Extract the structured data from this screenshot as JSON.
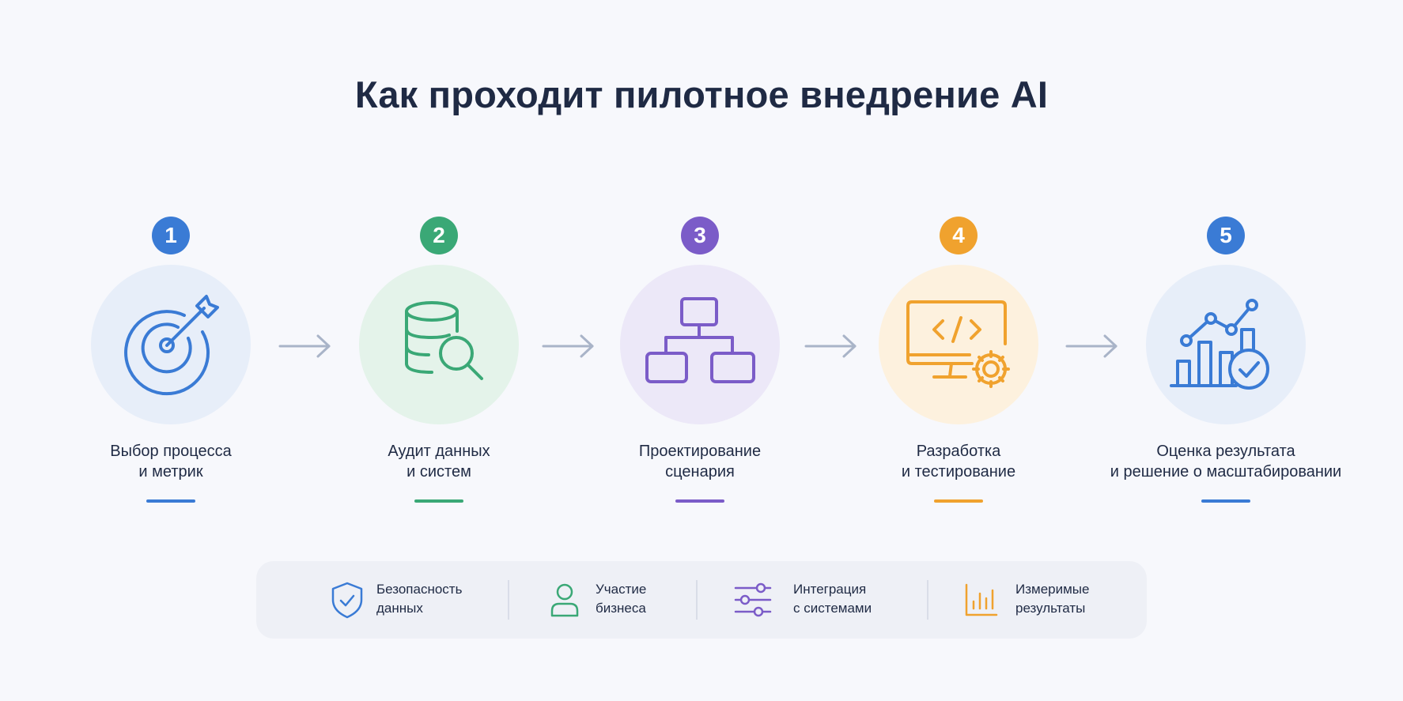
{
  "title": "Как проходит пилотное внедрение AI",
  "colors": {
    "blue": "#3a7bd5",
    "green": "#3aa876",
    "purple": "#7b5cc8",
    "orange": "#f0a22e",
    "arrow": "#a9b4c8"
  },
  "steps": [
    {
      "number": "1",
      "line1": "Выбор процесса",
      "line2": "и метрик",
      "icon": "target-arrow-icon",
      "color": "#3a7bd5",
      "bg": "#e7eef9"
    },
    {
      "number": "2",
      "line1": "Аудит данных",
      "line2": "и систем",
      "icon": "database-search-icon",
      "color": "#3aa876",
      "bg": "#e4f3ea"
    },
    {
      "number": "3",
      "line1": "Проектирование",
      "line2": "сценария",
      "icon": "flowchart-icon",
      "color": "#7b5cc8",
      "bg": "#ece8f8"
    },
    {
      "number": "4",
      "line1": "Разработка",
      "line2": "и тестирование",
      "icon": "code-monitor-gear-icon",
      "color": "#f0a22e",
      "bg": "#fdf1de"
    },
    {
      "number": "5",
      "line1": "Оценка результата",
      "line2": "и решение о масштабировании",
      "icon": "growth-chart-check-icon",
      "color": "#3a7bd5",
      "bg": "#e7eef9"
    }
  ],
  "features": [
    {
      "line1": "Безопасность",
      "line2": "данных",
      "icon": "shield-check-icon"
    },
    {
      "line1": "Участие",
      "line2": "бизнеса",
      "icon": "user-icon"
    },
    {
      "line1": "Интеграция",
      "line2": "с системами",
      "icon": "sliders-icon"
    },
    {
      "line1": "Измеримые",
      "line2": "результаты",
      "icon": "bar-chart-icon"
    }
  ]
}
